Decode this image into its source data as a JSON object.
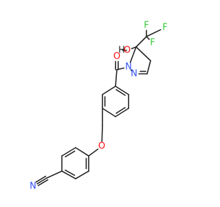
{
  "colors": {
    "bond": "#222222",
    "F": "#33cc33",
    "O": "#ff0d0d",
    "N": "#3050f8",
    "C": "#222222",
    "H": "#222222"
  },
  "atoms": [
    {
      "id": "F1",
      "element": "F",
      "label": "F"
    },
    {
      "id": "F2",
      "element": "F",
      "label": "F"
    },
    {
      "id": "F3",
      "element": "F",
      "label": "F"
    },
    {
      "id": "O_hydroxyl",
      "element": "O",
      "label": "O"
    },
    {
      "id": "H_hydroxyl",
      "element": "H",
      "label": "H"
    },
    {
      "id": "O_carbonyl",
      "element": "O",
      "label": "O"
    },
    {
      "id": "N_amide",
      "element": "N",
      "label": "N"
    },
    {
      "id": "N_imine",
      "element": "N",
      "label": "N"
    },
    {
      "id": "O_ether",
      "element": "O",
      "label": "O"
    },
    {
      "id": "N_nitrile",
      "element": "N",
      "label": "N"
    }
  ]
}
